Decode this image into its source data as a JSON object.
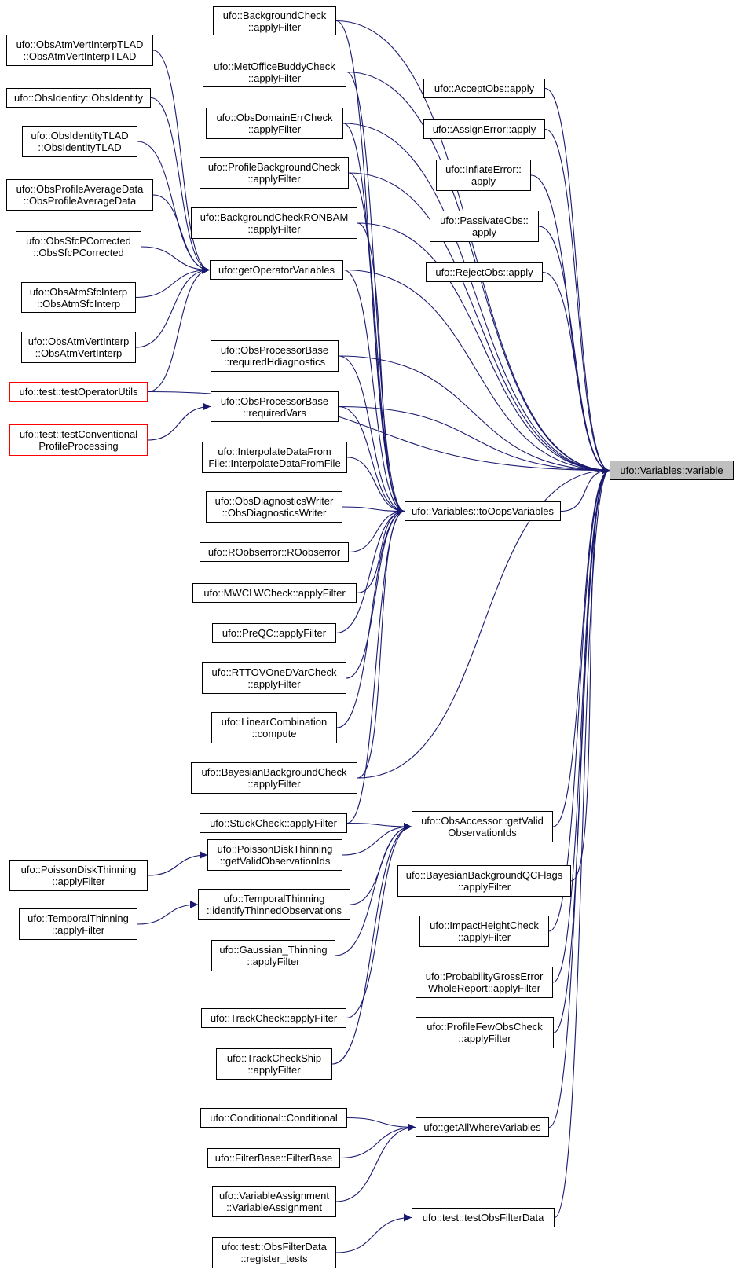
{
  "colors": {
    "edge": "#191970",
    "border": "#000000",
    "truncated_border": "#ff0000",
    "focus_fill": "#bfbfbf"
  },
  "nodes": [
    {
      "id": "target",
      "lines": [
        "ufo::Variables::variable"
      ],
      "kind": "target"
    },
    {
      "id": "toOops",
      "lines": [
        "ufo::Variables::toOopsVariables"
      ]
    },
    {
      "id": "getOp",
      "lines": [
        "ufo::getOperatorVariables"
      ]
    },
    {
      "id": "obsAcc",
      "lines": [
        "ufo::ObsAccessor::getValid",
        "ObservationIds"
      ]
    },
    {
      "id": "getAll",
      "lines": [
        "ufo::getAllWhereVariables"
      ]
    },
    {
      "id": "testOFD",
      "lines": [
        "ufo::test::testObsFilterData"
      ]
    },
    {
      "id": "bgCheck",
      "lines": [
        "ufo::BackgroundCheck",
        "::applyFilter"
      ]
    },
    {
      "id": "metOffice",
      "lines": [
        "ufo::MetOfficeBuddyCheck",
        "::applyFilter"
      ]
    },
    {
      "id": "domainErr",
      "lines": [
        "ufo::ObsDomainErrCheck",
        "::applyFilter"
      ]
    },
    {
      "id": "profBg",
      "lines": [
        "ufo::ProfileBackgroundCheck",
        "::applyFilter"
      ]
    },
    {
      "id": "bgRonbam",
      "lines": [
        "ufo::BackgroundCheckRONBAM",
        "::applyFilter"
      ]
    },
    {
      "id": "reqHdiag",
      "lines": [
        "ufo::ObsProcessorBase",
        "::requiredHdiagnostics"
      ]
    },
    {
      "id": "reqVars",
      "lines": [
        "ufo::ObsProcessorBase",
        "::requiredVars"
      ]
    },
    {
      "id": "interp",
      "lines": [
        "ufo::InterpolateDataFrom",
        "File::InterpolateDataFromFile"
      ]
    },
    {
      "id": "diagWriter",
      "lines": [
        "ufo::ObsDiagnosticsWriter",
        "::ObsDiagnosticsWriter"
      ]
    },
    {
      "id": "roobs",
      "lines": [
        "ufo::ROobserror::ROobserror"
      ]
    },
    {
      "id": "mwclw",
      "lines": [
        "ufo::MWCLWCheck::applyFilter"
      ]
    },
    {
      "id": "preqc",
      "lines": [
        "ufo::PreQC::applyFilter"
      ]
    },
    {
      "id": "rttov",
      "lines": [
        "ufo::RTTOVOneDVarCheck",
        "::applyFilter"
      ]
    },
    {
      "id": "linComb",
      "lines": [
        "ufo::LinearCombination",
        "::compute"
      ]
    },
    {
      "id": "bayesBg",
      "lines": [
        "ufo::BayesianBackgroundCheck",
        "::applyFilter"
      ]
    },
    {
      "id": "stuck",
      "lines": [
        "ufo::StuckCheck::applyFilter"
      ]
    },
    {
      "id": "poissonGet",
      "lines": [
        "ufo::PoissonDiskThinning",
        "::getValidObservationIds"
      ]
    },
    {
      "id": "temporalId",
      "lines": [
        "ufo::TemporalThinning",
        "::identifyThinnedObservations"
      ]
    },
    {
      "id": "gaussian",
      "lines": [
        "ufo::Gaussian_Thinning",
        "::applyFilter"
      ]
    },
    {
      "id": "track",
      "lines": [
        "ufo::TrackCheck::applyFilter"
      ]
    },
    {
      "id": "trackShip",
      "lines": [
        "ufo::TrackCheckShip",
        "::applyFilter"
      ]
    },
    {
      "id": "conditional",
      "lines": [
        "ufo::Conditional::Conditional"
      ]
    },
    {
      "id": "filterBase",
      "lines": [
        "ufo::FilterBase::FilterBase"
      ]
    },
    {
      "id": "varAssign",
      "lines": [
        "ufo::VariableAssignment",
        "::VariableAssignment"
      ]
    },
    {
      "id": "regTests",
      "lines": [
        "ufo::test::ObsFilterData",
        "::register_tests"
      ]
    },
    {
      "id": "atmVertTLAD",
      "lines": [
        "ufo::ObsAtmVertInterpTLAD",
        "::ObsAtmVertInterpTLAD"
      ]
    },
    {
      "id": "identity",
      "lines": [
        "ufo::ObsIdentity::ObsIdentity"
      ]
    },
    {
      "id": "identityTLAD",
      "lines": [
        "ufo::ObsIdentityTLAD",
        "::ObsIdentityTLAD"
      ]
    },
    {
      "id": "profAvg",
      "lines": [
        "ufo::ObsProfileAverageData",
        "::ObsProfileAverageData"
      ]
    },
    {
      "id": "sfcPCorr",
      "lines": [
        "ufo::ObsSfcPCorrected",
        "::ObsSfcPCorrected"
      ]
    },
    {
      "id": "atmSfc",
      "lines": [
        "ufo::ObsAtmSfcInterp",
        "::ObsAtmSfcInterp"
      ]
    },
    {
      "id": "atmVert",
      "lines": [
        "ufo::ObsAtmVertInterp",
        "::ObsAtmVertInterp"
      ]
    },
    {
      "id": "testOpUtils",
      "lines": [
        "ufo::test::testOperatorUtils"
      ],
      "kind": "truncated"
    },
    {
      "id": "testConv",
      "lines": [
        "ufo::test::testConventional",
        "ProfileProcessing"
      ],
      "kind": "truncated"
    },
    {
      "id": "poissonApply",
      "lines": [
        "ufo::PoissonDiskThinning",
        "::applyFilter"
      ]
    },
    {
      "id": "temporalApply",
      "lines": [
        "ufo::TemporalThinning",
        "::applyFilter"
      ]
    },
    {
      "id": "acceptObs",
      "lines": [
        "ufo::AcceptObs::apply"
      ]
    },
    {
      "id": "assignErr",
      "lines": [
        "ufo::AssignError::apply"
      ]
    },
    {
      "id": "inflateErr",
      "lines": [
        "ufo::InflateError::",
        "apply"
      ]
    },
    {
      "id": "passivate",
      "lines": [
        "ufo::PassivateObs::",
        "apply"
      ]
    },
    {
      "id": "rejectObs",
      "lines": [
        "ufo::RejectObs::apply"
      ]
    },
    {
      "id": "bayesQC",
      "lines": [
        "ufo::BayesianBackgroundQCFlags",
        "::applyFilter"
      ]
    },
    {
      "id": "impactH",
      "lines": [
        "ufo::ImpactHeightCheck",
        "::applyFilter"
      ]
    },
    {
      "id": "probGross",
      "lines": [
        "ufo::ProbabilityGrossError",
        "WholeReport::applyFilter"
      ]
    },
    {
      "id": "profFew",
      "lines": [
        "ufo::ProfileFewObsCheck",
        "::applyFilter"
      ]
    }
  ],
  "edges": [
    [
      "toOops",
      "target"
    ],
    [
      "getOp",
      "target"
    ],
    [
      "obsAcc",
      "target"
    ],
    [
      "getAll",
      "target"
    ],
    [
      "testOFD",
      "target"
    ],
    [
      "bgCheck",
      "target"
    ],
    [
      "metOffice",
      "target"
    ],
    [
      "domainErr",
      "target"
    ],
    [
      "profBg",
      "target"
    ],
    [
      "bgRonbam",
      "target"
    ],
    [
      "reqHdiag",
      "target"
    ],
    [
      "reqVars",
      "target"
    ],
    [
      "bayesBg",
      "target"
    ],
    [
      "testOpUtils",
      "target"
    ],
    [
      "acceptObs",
      "target"
    ],
    [
      "assignErr",
      "target"
    ],
    [
      "inflateErr",
      "target"
    ],
    [
      "passivate",
      "target"
    ],
    [
      "rejectObs",
      "target"
    ],
    [
      "bayesQC",
      "target"
    ],
    [
      "impactH",
      "target"
    ],
    [
      "probGross",
      "target"
    ],
    [
      "profFew",
      "target"
    ],
    [
      "bgCheck",
      "toOops"
    ],
    [
      "metOffice",
      "toOops"
    ],
    [
      "domainErr",
      "toOops"
    ],
    [
      "profBg",
      "toOops"
    ],
    [
      "bgRonbam",
      "toOops"
    ],
    [
      "getOp",
      "toOops"
    ],
    [
      "reqHdiag",
      "toOops"
    ],
    [
      "reqVars",
      "toOops"
    ],
    [
      "interp",
      "toOops"
    ],
    [
      "diagWriter",
      "toOops"
    ],
    [
      "roobs",
      "toOops"
    ],
    [
      "mwclw",
      "toOops"
    ],
    [
      "preqc",
      "toOops"
    ],
    [
      "rttov",
      "toOops"
    ],
    [
      "linComb",
      "toOops"
    ],
    [
      "bayesBg",
      "toOops"
    ],
    [
      "stuck",
      "toOops"
    ],
    [
      "atmVertTLAD",
      "getOp"
    ],
    [
      "identity",
      "getOp"
    ],
    [
      "identityTLAD",
      "getOp"
    ],
    [
      "profAvg",
      "getOp"
    ],
    [
      "sfcPCorr",
      "getOp"
    ],
    [
      "atmSfc",
      "getOp"
    ],
    [
      "atmVert",
      "getOp"
    ],
    [
      "testOpUtils",
      "getOp"
    ],
    [
      "testConv",
      "reqVars"
    ],
    [
      "stuck",
      "obsAcc"
    ],
    [
      "poissonGet",
      "obsAcc"
    ],
    [
      "temporalId",
      "obsAcc"
    ],
    [
      "gaussian",
      "obsAcc"
    ],
    [
      "track",
      "obsAcc"
    ],
    [
      "trackShip",
      "obsAcc"
    ],
    [
      "poissonApply",
      "poissonGet"
    ],
    [
      "temporalApply",
      "temporalId"
    ],
    [
      "conditional",
      "getAll"
    ],
    [
      "filterBase",
      "getAll"
    ],
    [
      "varAssign",
      "getAll"
    ],
    [
      "regTests",
      "testOFD"
    ]
  ]
}
